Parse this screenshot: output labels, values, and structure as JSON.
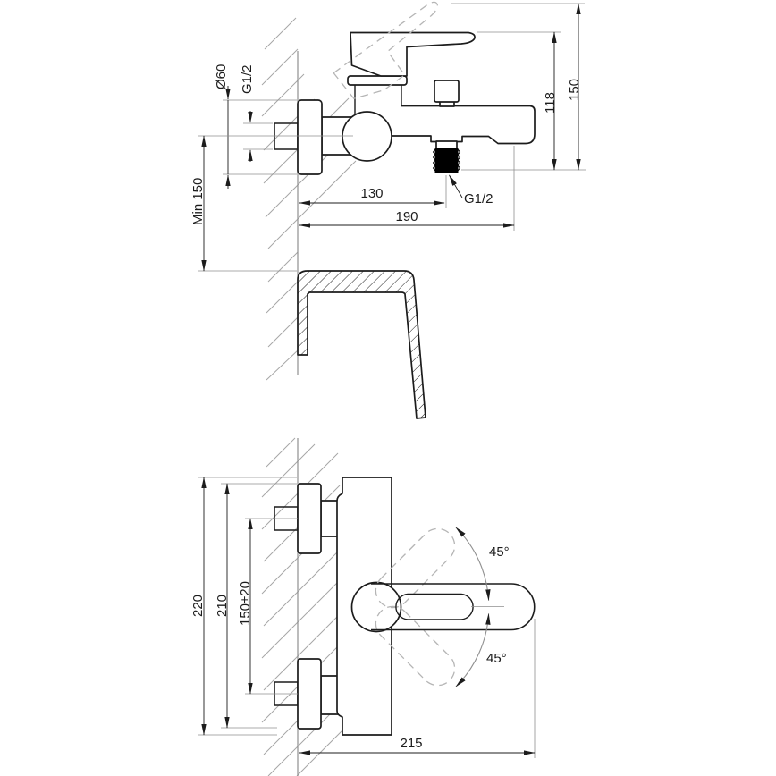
{
  "drawing": {
    "title": "wall-mounted bath mixer installation drawing",
    "colors": {
      "line": "#1c1c1c",
      "muted": "#8f8f8f",
      "hatch": "#a6a6a6",
      "thread_fill": "#000000",
      "background": "#ffffff"
    },
    "top_view": {
      "labels": {
        "flange_diameter": "Ø60",
        "inlet_thread": "G1/2",
        "min_height": "Min 150",
        "outlet_offset": "130",
        "body_depth": "190",
        "outlet_thread": "G1/2",
        "handle_height": "118",
        "total_height": "150"
      }
    },
    "front_view": {
      "labels": {
        "overall_height": "220",
        "flange_span": "210",
        "inlet_spacing": "150±20",
        "handle_angle_up": "45°",
        "handle_angle_down": "45°",
        "overall_width": "215"
      }
    }
  }
}
